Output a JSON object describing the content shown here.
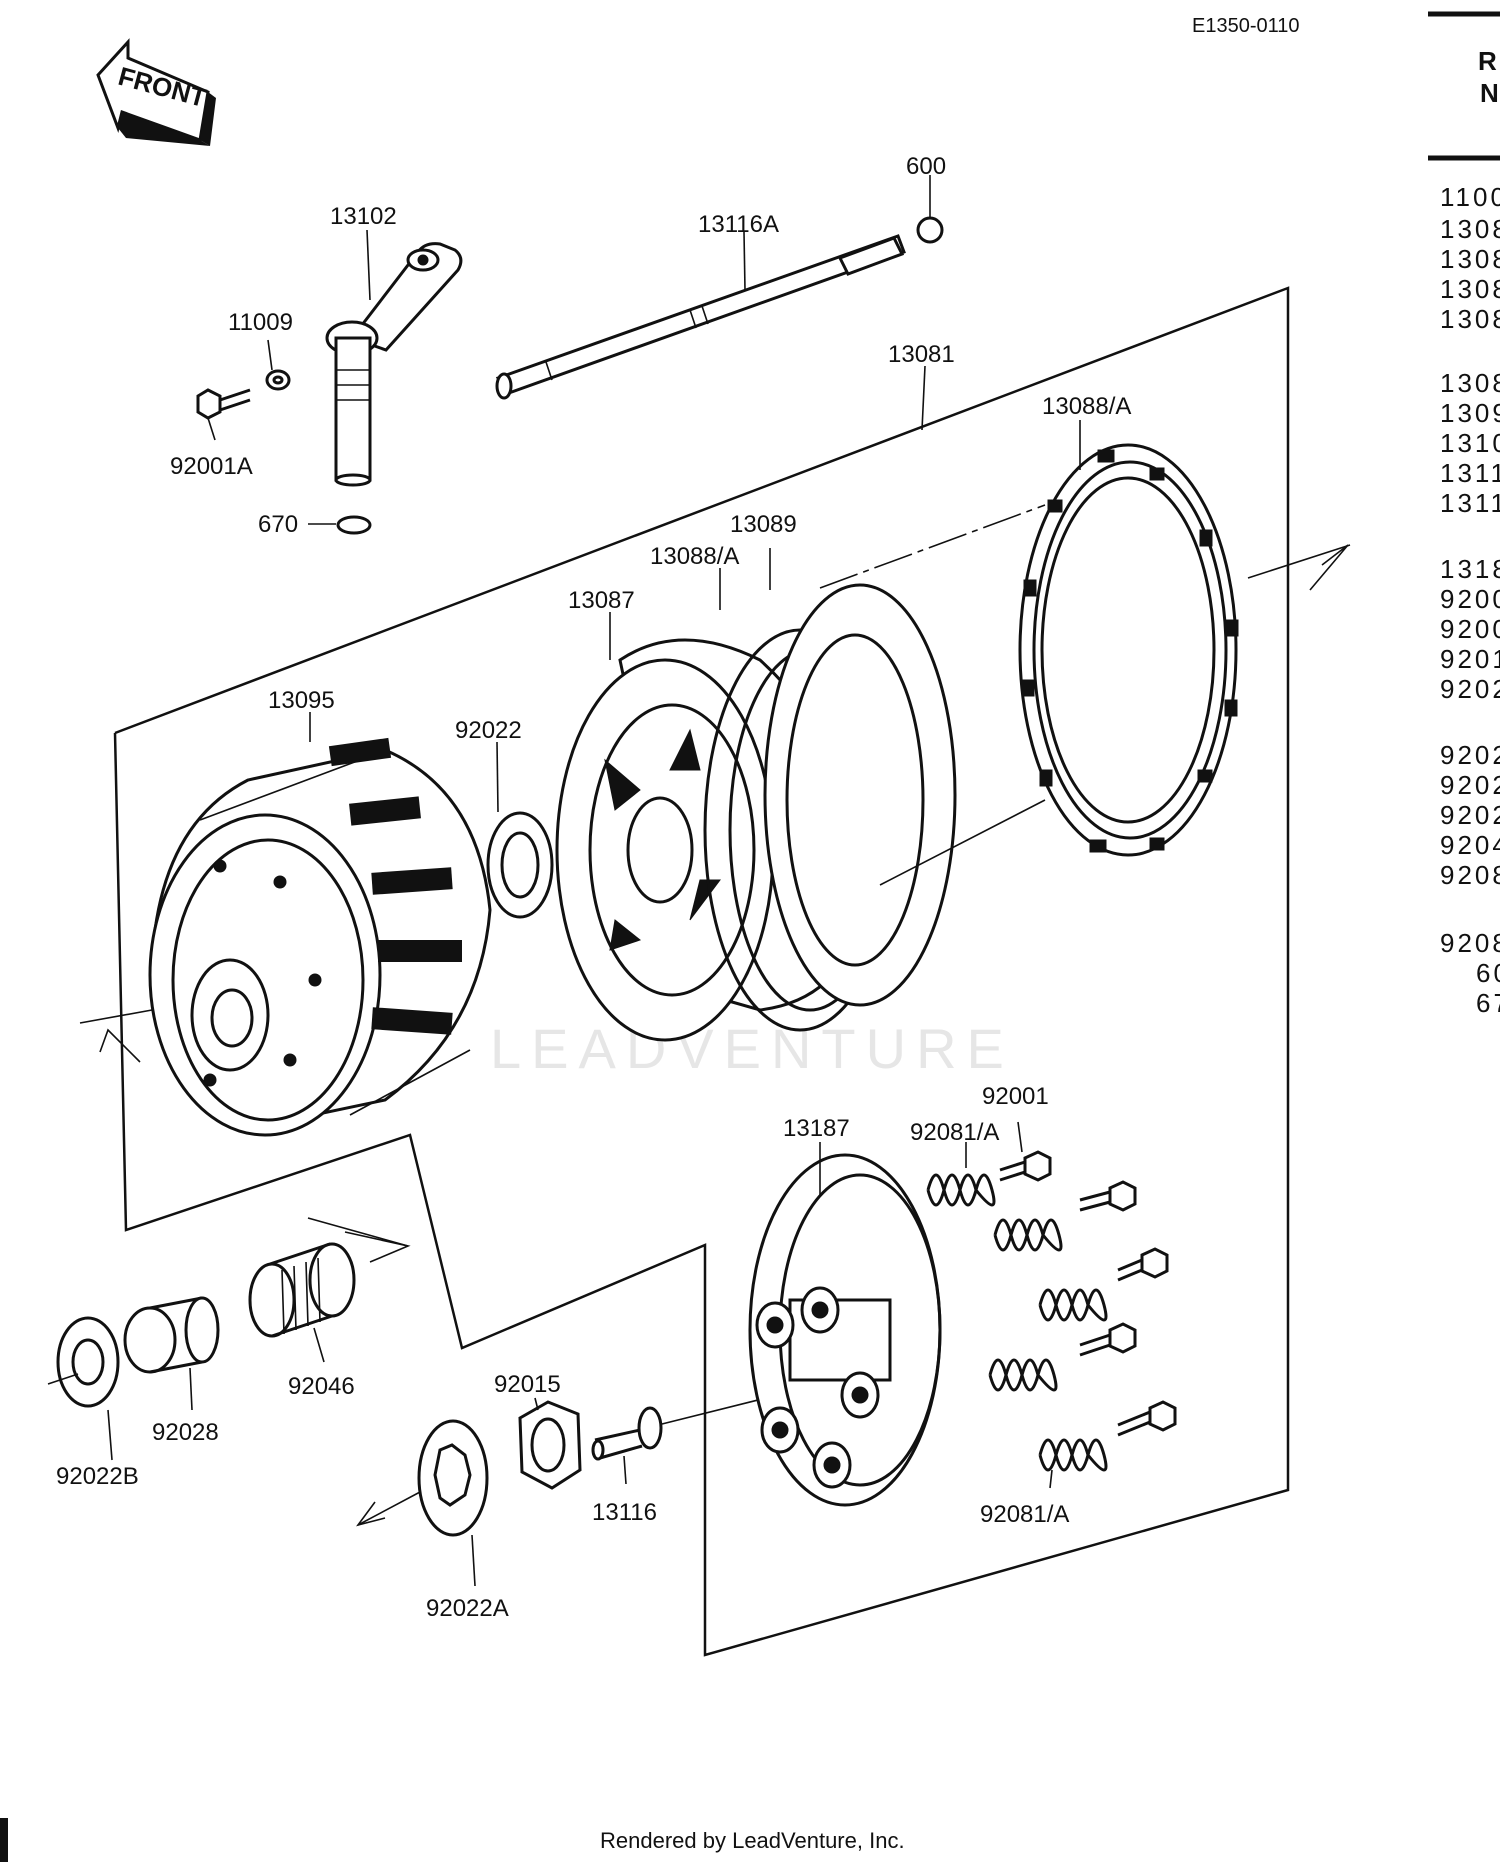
{
  "diagram": {
    "code": "E1350-0110",
    "front_label": "FRONT",
    "watermark": "LEADVENTURE",
    "footer": "Rendered by LeadVenture, Inc.",
    "callouts": [
      {
        "id": "13102",
        "text": "13102"
      },
      {
        "id": "11009",
        "text": "11009"
      },
      {
        "id": "92001A",
        "text": "92001A"
      },
      {
        "id": "670",
        "text": "670"
      },
      {
        "id": "13116A",
        "text": "13116A"
      },
      {
        "id": "600",
        "text": "600"
      },
      {
        "id": "13081",
        "text": "13081"
      },
      {
        "id": "13088A-top",
        "text": "13088/A"
      },
      {
        "id": "13089",
        "text": "13089"
      },
      {
        "id": "13088A-mid",
        "text": "13088/A"
      },
      {
        "id": "13087",
        "text": "13087"
      },
      {
        "id": "13095",
        "text": "13095"
      },
      {
        "id": "92022",
        "text": "92022"
      },
      {
        "id": "92001",
        "text": "92001"
      },
      {
        "id": "13187",
        "text": "13187"
      },
      {
        "id": "92081A-top",
        "text": "92081/A"
      },
      {
        "id": "92081A-bot",
        "text": "92081/A"
      },
      {
        "id": "92046",
        "text": "92046"
      },
      {
        "id": "92028",
        "text": "92028"
      },
      {
        "id": "92022B",
        "text": "92022B"
      },
      {
        "id": "92015",
        "text": "92015"
      },
      {
        "id": "13116",
        "text": "13116"
      },
      {
        "id": "92022A",
        "text": "92022A"
      }
    ]
  },
  "ref_column": {
    "header_1": "R",
    "header_2": "N",
    "items": [
      {
        "text": "1100"
      },
      {
        "text": "1308"
      },
      {
        "text": "1308"
      },
      {
        "text": "1308"
      },
      {
        "text": "1308"
      },
      {
        "text": "1308"
      },
      {
        "text": "1309"
      },
      {
        "text": "1310"
      },
      {
        "text": "1311"
      },
      {
        "text": "1311"
      },
      {
        "text": "1318"
      },
      {
        "text": "9200"
      },
      {
        "text": "9200"
      },
      {
        "text": "9201"
      },
      {
        "text": "9202"
      },
      {
        "text": "9202"
      },
      {
        "text": "9202"
      },
      {
        "text": "9202"
      },
      {
        "text": "9204"
      },
      {
        "text": "9208"
      },
      {
        "text": "9208"
      },
      {
        "text": "60"
      },
      {
        "text": "67"
      }
    ]
  }
}
